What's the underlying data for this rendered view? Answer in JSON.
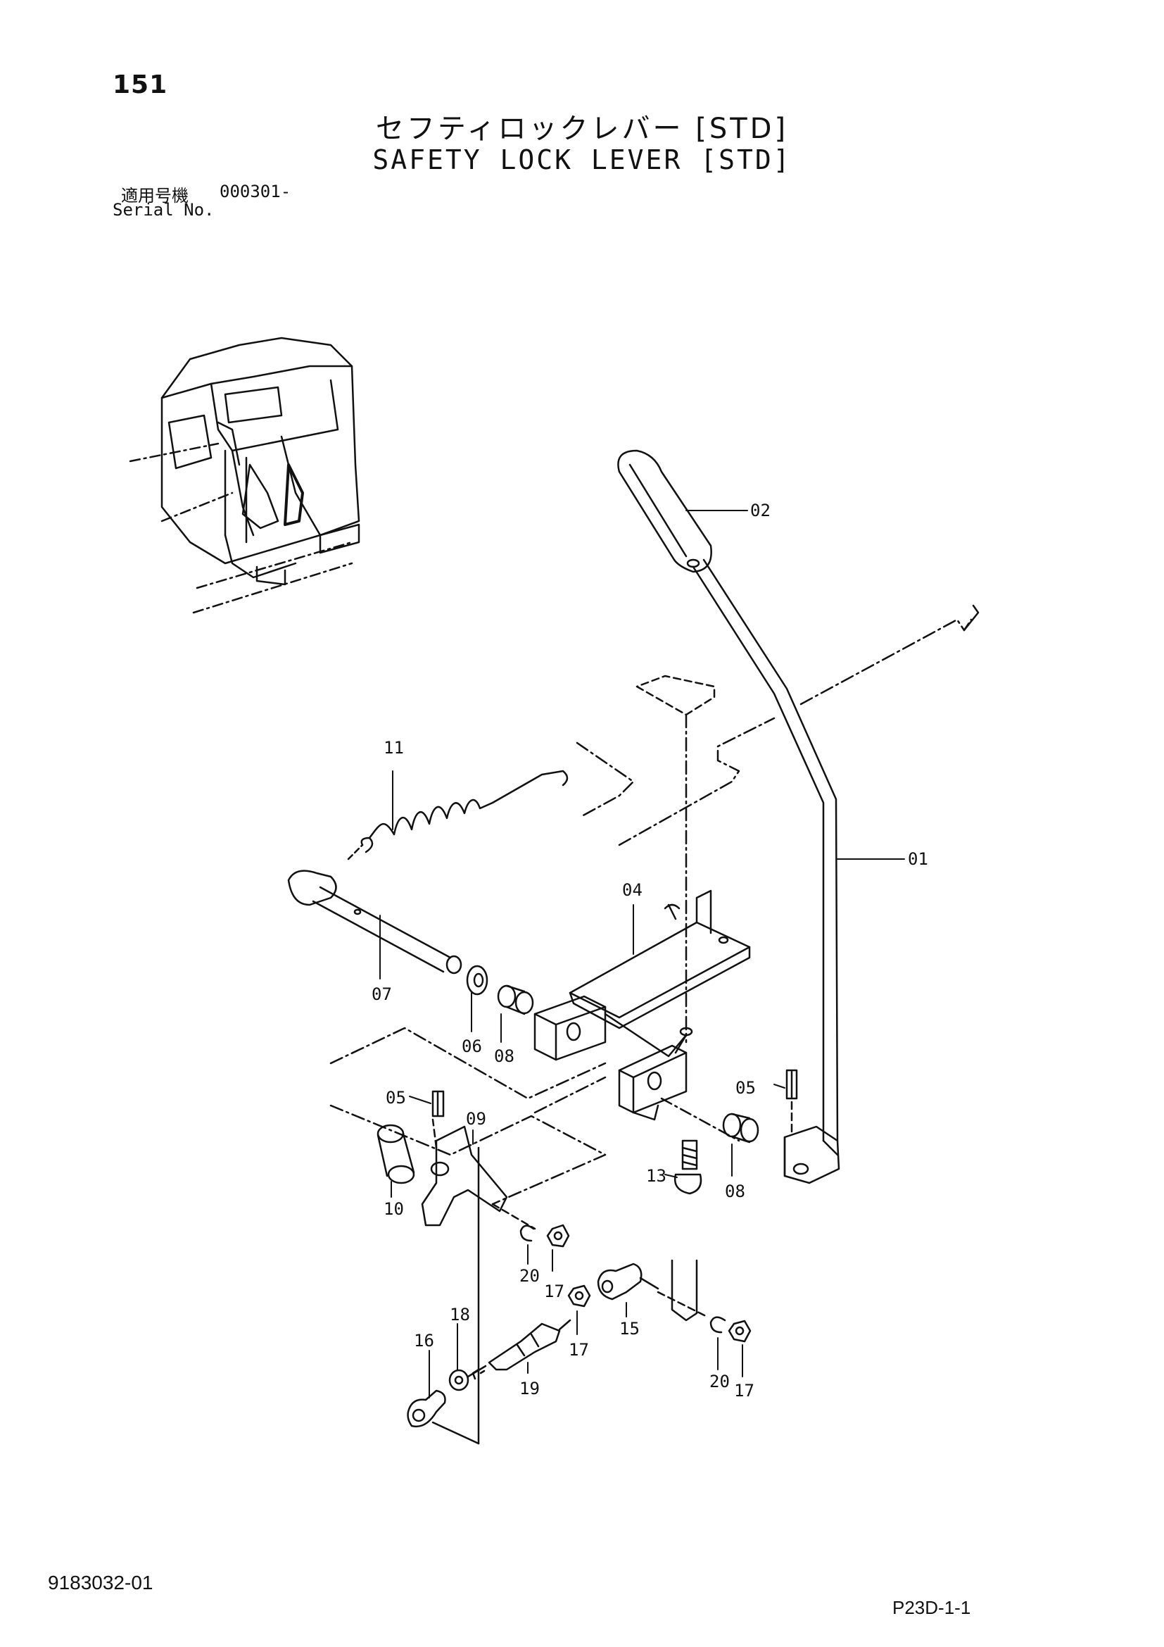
{
  "page_number": "151",
  "title_jp": "セフティロックレバー [STD]",
  "title_en": "SAFETY LOCK LEVER [STD]",
  "serial": {
    "label_jp": "適用号機",
    "label_en": "Serial No.",
    "value": "000301-"
  },
  "doc_number": "9183032-01",
  "page_code": "P23D-1-1",
  "parts": {
    "p01": "01",
    "p02": "02",
    "p04": "04",
    "p05a": "05",
    "p05b": "05",
    "p06": "06",
    "p07": "07",
    "p08a": "08",
    "p08b": "08",
    "p09": "09",
    "p10": "10",
    "p11": "11",
    "p13": "13",
    "p15": "15",
    "p16": "16",
    "p17a": "17",
    "p17b": "17",
    "p17c": "17",
    "p18": "18",
    "p19": "19",
    "p20a": "20",
    "p20b": "20"
  }
}
